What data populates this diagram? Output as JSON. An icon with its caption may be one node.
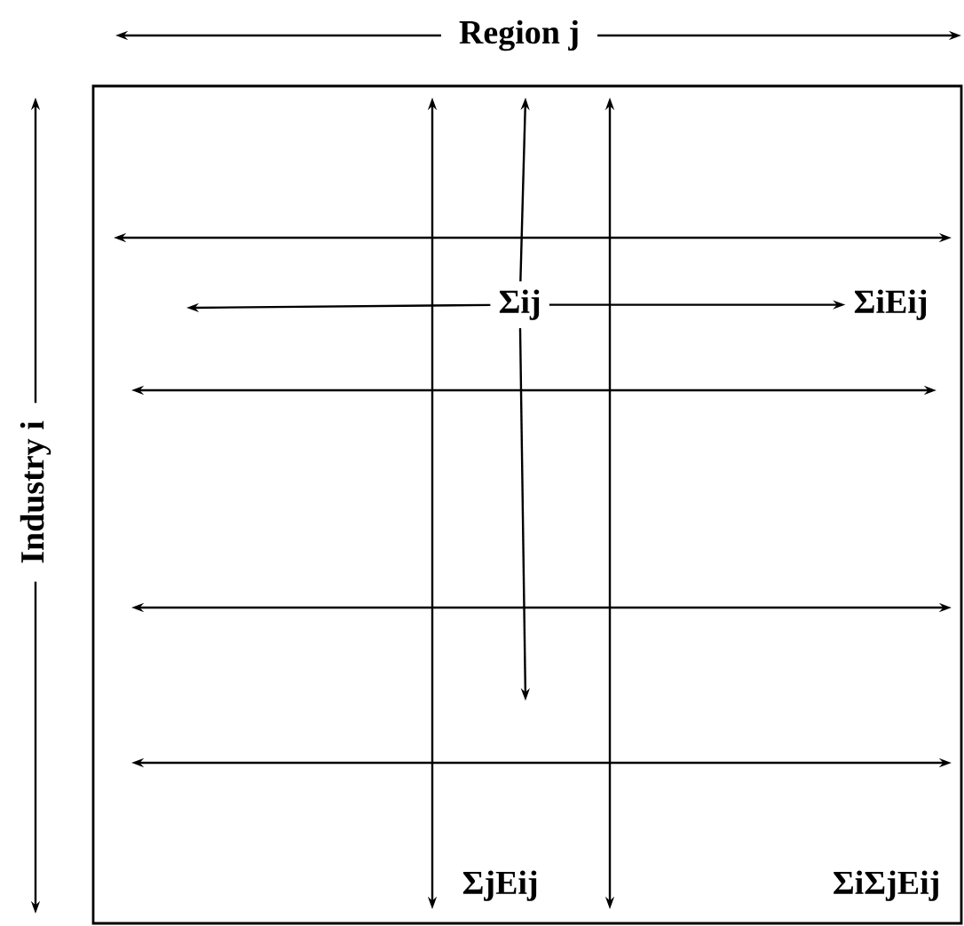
{
  "diagram": {
    "nodes": [
      {
        "text": [],
        "shape": "box"
      },
      {
        "text": [
          "Σij"
        ],
        "in": 0
      },
      {
        "text": [
          "ΣiEij"
        ],
        "in": 0
      },
      {
        "text": [
          "ΣjEij"
        ],
        "in": 0
      },
      {
        "text": [
          "ΣiΣjEij"
        ],
        "in": 0
      }
    ],
    "edges": [
      {
        "from": 1,
        "to": null,
        "arrow": "to"
      },
      {
        "from": 1,
        "to": 2,
        "arrow": "to"
      },
      {
        "from": 1,
        "to": null,
        "arrow": "to"
      },
      {
        "from": 1,
        "to": null,
        "arrow": "to"
      }
    ],
    "labels": [
      "Region j",
      "Industry i"
    ]
  }
}
